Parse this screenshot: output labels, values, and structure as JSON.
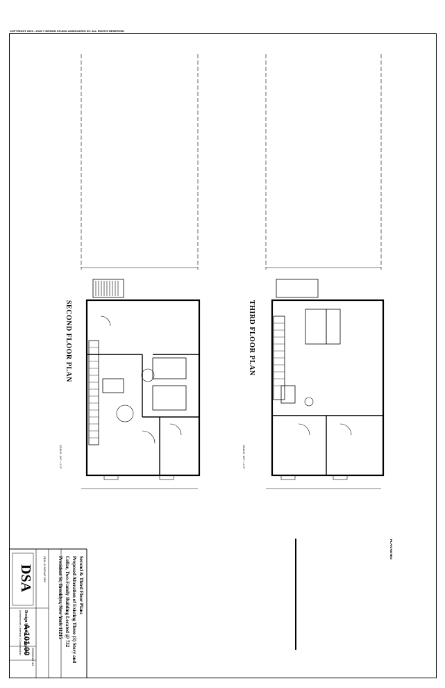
{
  "copyright": "COPYRIGHT 2009 - 2015 © DESIGN STUDIO ASSOCIATES NY. ALL RIGHTS RESERVED",
  "plans": {
    "second": {
      "title": "SECOND FLOOR PLAN",
      "scale": "SCALE: 1/4\" = 1'-0\""
    },
    "third": {
      "title": "THIRD FLOOR PLAN",
      "scale": "SCALE: 1/4\" = 1'-0\""
    }
  },
  "title_block": {
    "sheet_title": "Second & Third Floor Plans",
    "project_line1": "Proposed Alteration of Existing Three (3) Story and",
    "project_line2": "Cellar, Two-Family Building Located @ 732",
    "project_line3": "President St, Brooklyn, New York 11215",
    "logo": "DSA",
    "firm_name": "Design Studio Associates",
    "firm_sub": "Architecture | Interiors | Construction",
    "sheet_number": "A-101.00",
    "drawing_no_label": "DRAWING NO.",
    "seal_label": "SEAL & SIGNATURE"
  },
  "notes": {
    "heading": "PLAN NOTES"
  }
}
